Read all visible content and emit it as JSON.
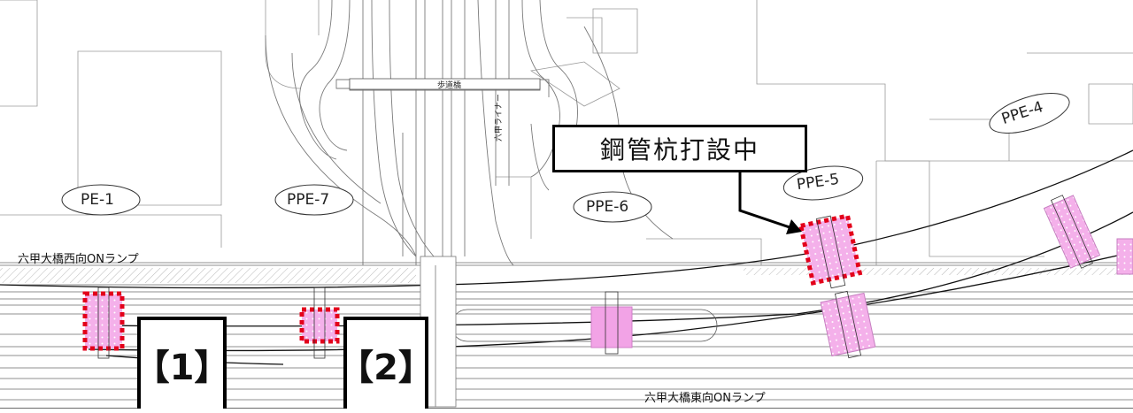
{
  "callout": {
    "text": "鋼管杭打設中"
  },
  "sections": [
    {
      "label": "【1】"
    },
    {
      "label": "【2】"
    }
  ],
  "piers": {
    "pe1": "PE-1",
    "ppe7": "PPE-7",
    "ppe6": "PPE-6",
    "ppe5": "PPE-5",
    "ppe4": "PPE-4"
  },
  "ramps": {
    "west": "六甲大橋西向ONランプ",
    "east": "六甲大橋東向ONランプ"
  },
  "labels": {
    "footbridge": "歩道橋",
    "liner": "六甲ライナー"
  },
  "colors": {
    "highlight_fill": "#f2a3e6",
    "active_outline": "#e3001b",
    "line": "#000000"
  }
}
